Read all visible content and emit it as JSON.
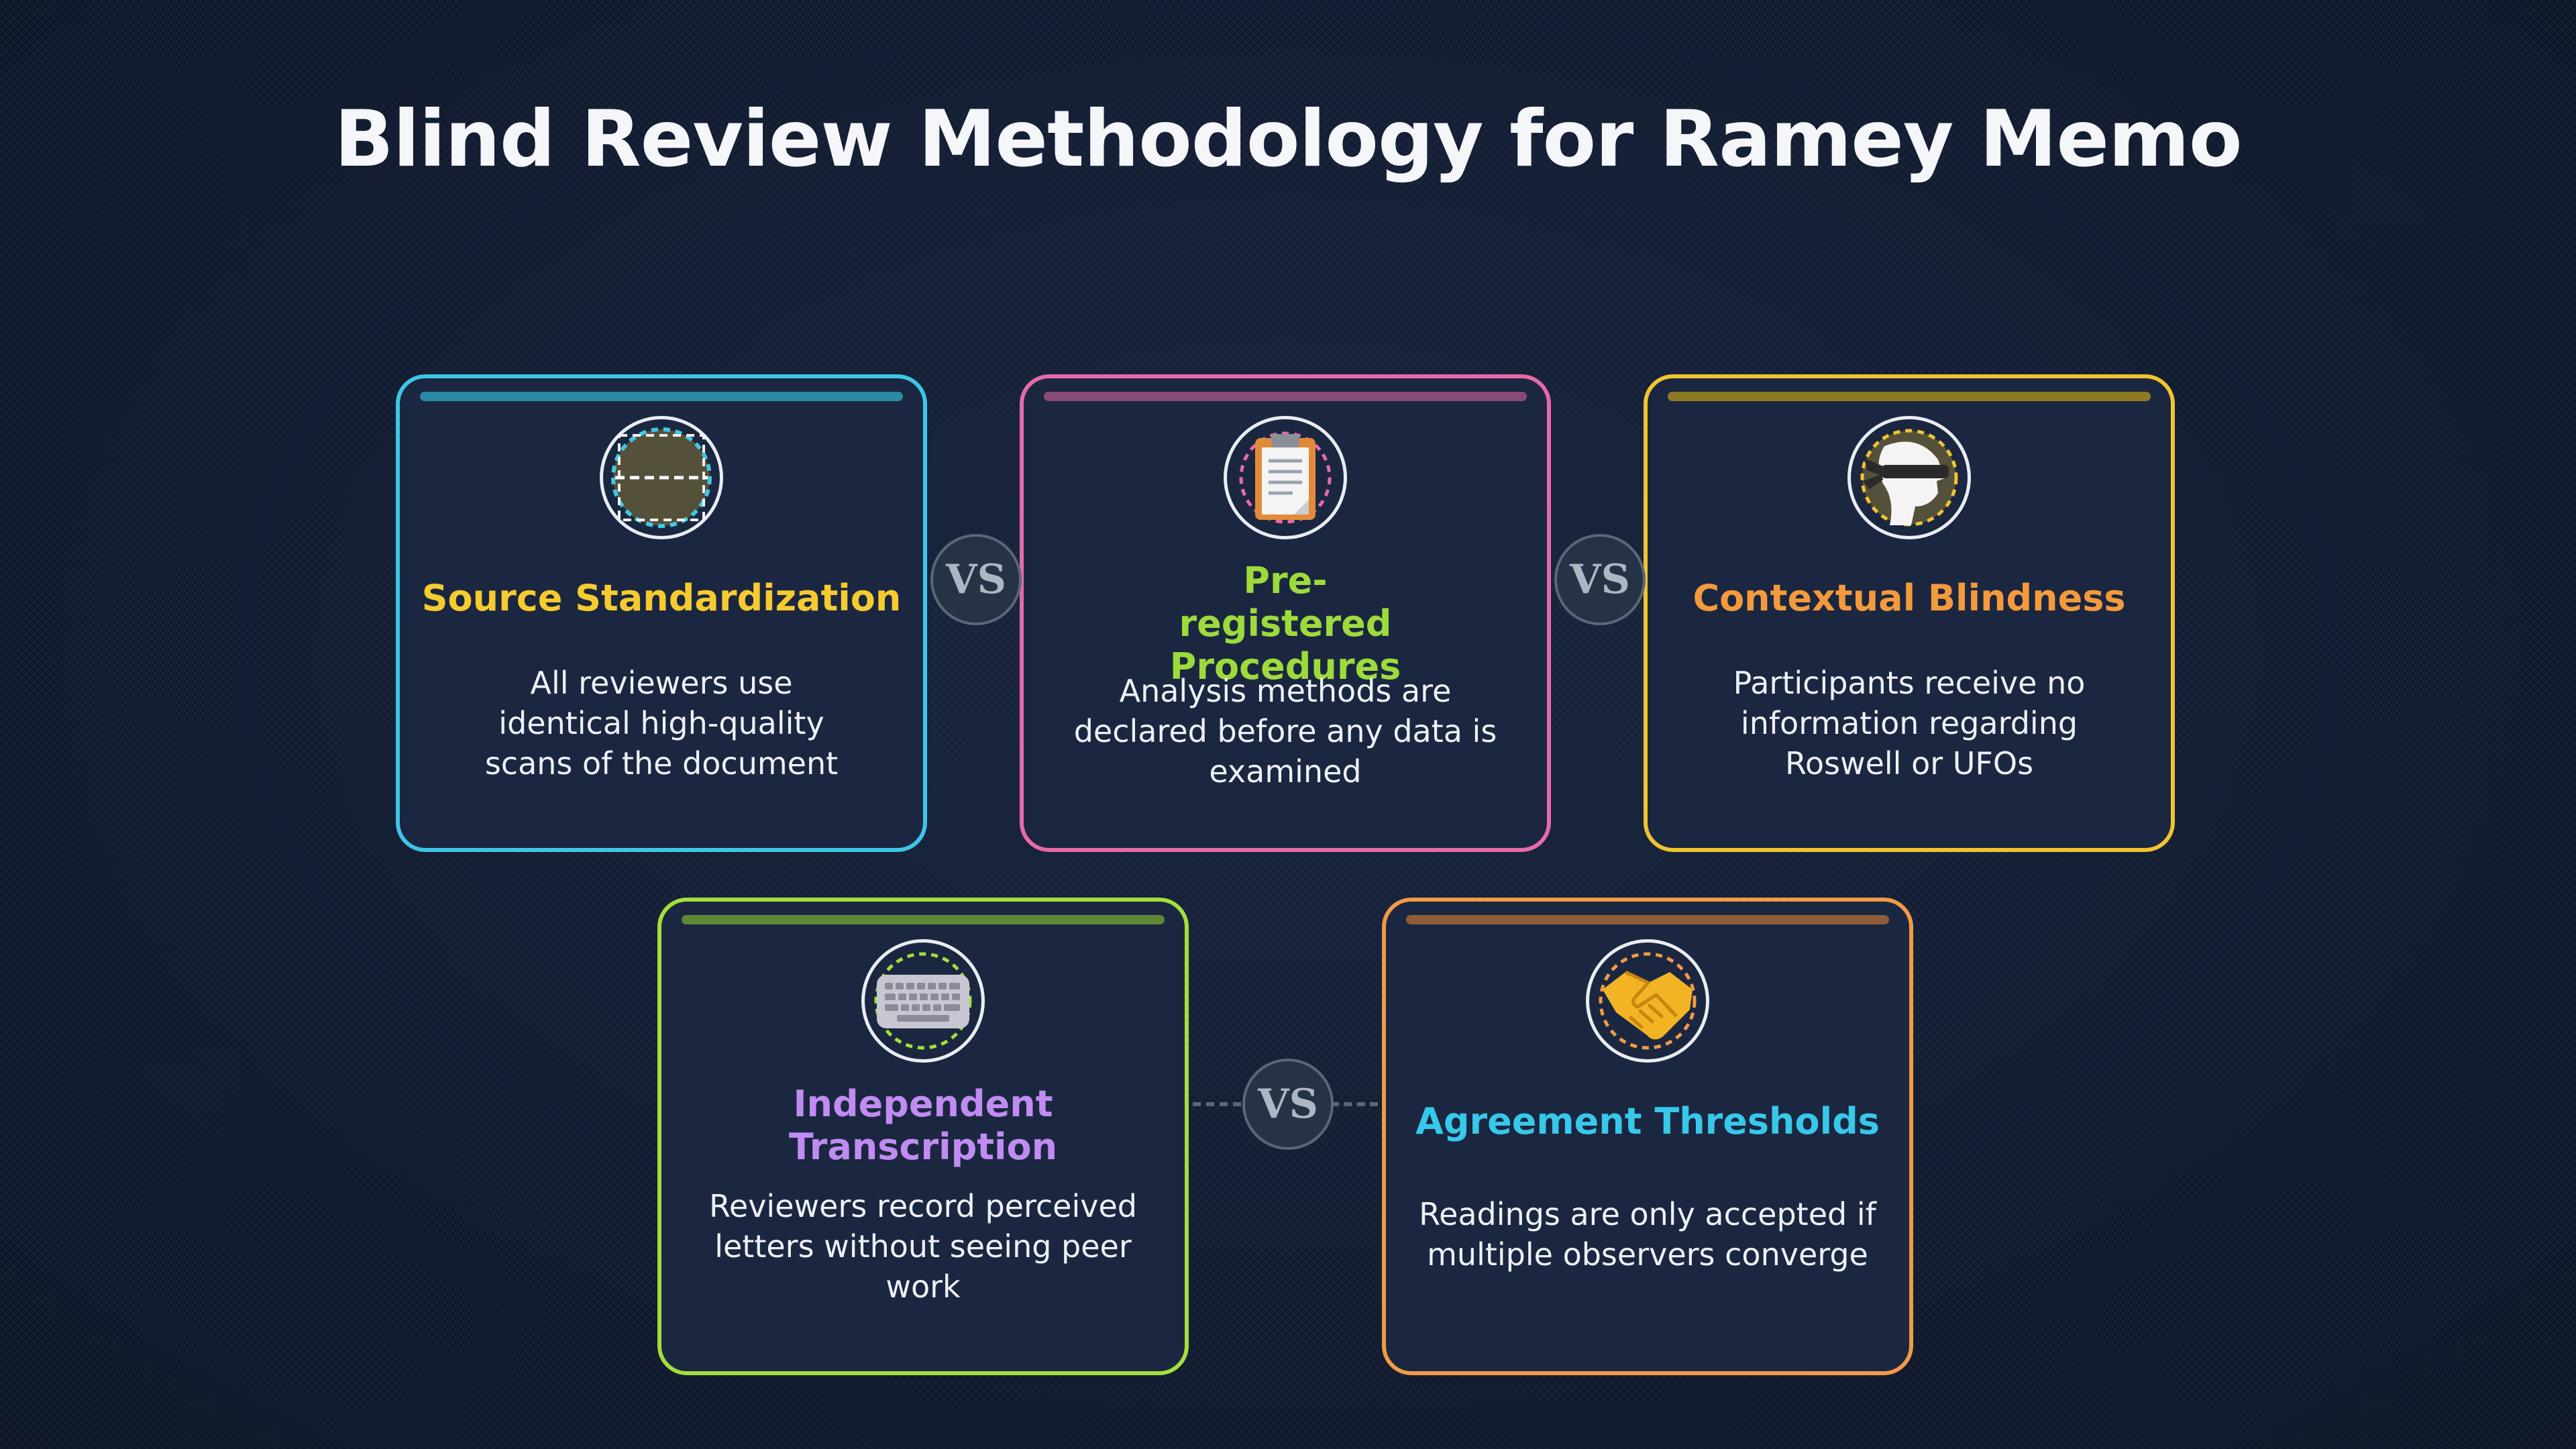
{
  "title": "Blind Review Methodology for Ramey Memo",
  "vs_label": "VS",
  "cards": [
    {
      "title": "Source Standardization",
      "description": "All reviewers use identical high-quality scans of the document",
      "icon": "document-scan-icon",
      "border_color": "#3ec6e6",
      "bar_color": "#2a89a5",
      "title_color": "#f5cb2f"
    },
    {
      "title": "Pre-registered Procedures",
      "description": "Analysis methods are declared before any data is examined",
      "icon": "clipboard-icon",
      "border_color": "#e76aa8",
      "bar_color": "#8a4a78",
      "title_color": "#9ddb3c"
    },
    {
      "title": "Contextual Blindness",
      "description": "Participants receive no information regarding Roswell or UFOs",
      "icon": "blindfold-icon",
      "border_color": "#f0c52e",
      "bar_color": "#8f7a24",
      "title_color": "#f49a3c"
    },
    {
      "title": "Independent Transcription",
      "description": "Reviewers record perceived letters without seeing peer work",
      "icon": "keyboard-icon",
      "border_color": "#a4df3d",
      "bar_color": "#5e8736",
      "title_color": "#c08cf2"
    },
    {
      "title": "Agreement Thresholds",
      "description": "Readings are only accepted if multiple observers converge",
      "icon": "handshake-icon",
      "border_color": "#f39a46",
      "bar_color": "#8e5c3a",
      "title_color": "#37c8ea"
    }
  ]
}
